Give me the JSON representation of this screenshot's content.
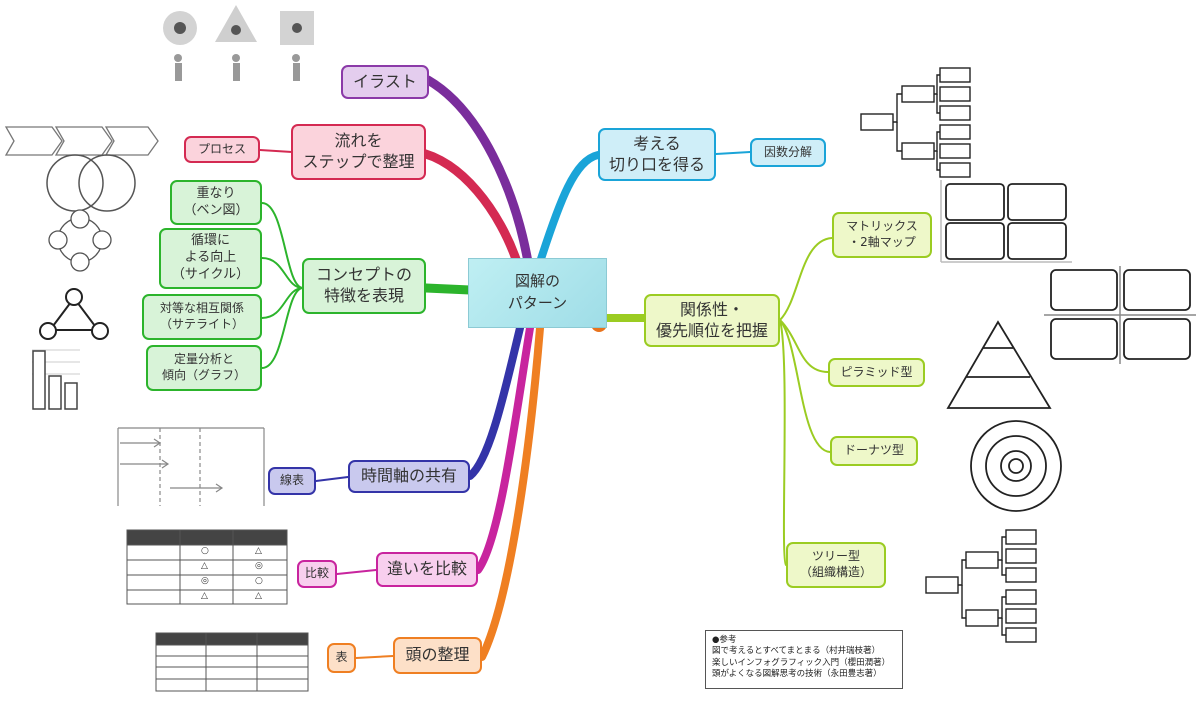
{
  "center": {
    "title": "図解の\nパターン"
  },
  "left_branches": {
    "illust": {
      "label": "イラスト",
      "color": "#7a2d9c"
    },
    "flow": {
      "label": "流れを\nステップで整理",
      "color": "#d42a52",
      "children": [
        "プロセス"
      ]
    },
    "concept": {
      "label": "コンセプトの\n特徴を表現",
      "color": "#2cb42c",
      "children": [
        "重なり\n（ベン図）",
        "循環に\nよる向上\n（サイクル）",
        "対等な相互関係\n（サテライト）",
        "定量分析と\n傾向（グラフ）"
      ]
    },
    "time": {
      "label": "時間軸の共有",
      "color": "#3434a8",
      "children": [
        "線表"
      ]
    },
    "compare": {
      "label": "違いを比較",
      "color": "#c8249e",
      "children": [
        "比較"
      ]
    },
    "organize": {
      "label": "頭の整理",
      "color": "#ef7f22",
      "children": [
        "表"
      ]
    }
  },
  "right_branches": {
    "think": {
      "label": "考える\n切り口を得る",
      "color": "#1aa4d8",
      "children": [
        "因数分解"
      ]
    },
    "relation": {
      "label": "関係性・\n優先順位を把握",
      "color": "#9bcc22",
      "children": [
        "マトリックス\n・2軸マップ",
        "ピラミッド型",
        "ドーナツ型",
        "ツリー型\n（組織構造）"
      ]
    }
  },
  "compare_table": {
    "rows": [
      [
        "",
        "○",
        "△"
      ],
      [
        "",
        "△",
        "◎"
      ],
      [
        "",
        "◎",
        "○"
      ],
      [
        "",
        "△",
        "△"
      ]
    ]
  },
  "references": {
    "heading": "●参考",
    "lines": [
      "図で考えるとすべてまとまる（村井瑞枝著）",
      "楽しいインフォグラフィック入門（櫻田潤著）",
      "頭がよくなる図解思考の技術（永田豊志著）"
    ]
  }
}
